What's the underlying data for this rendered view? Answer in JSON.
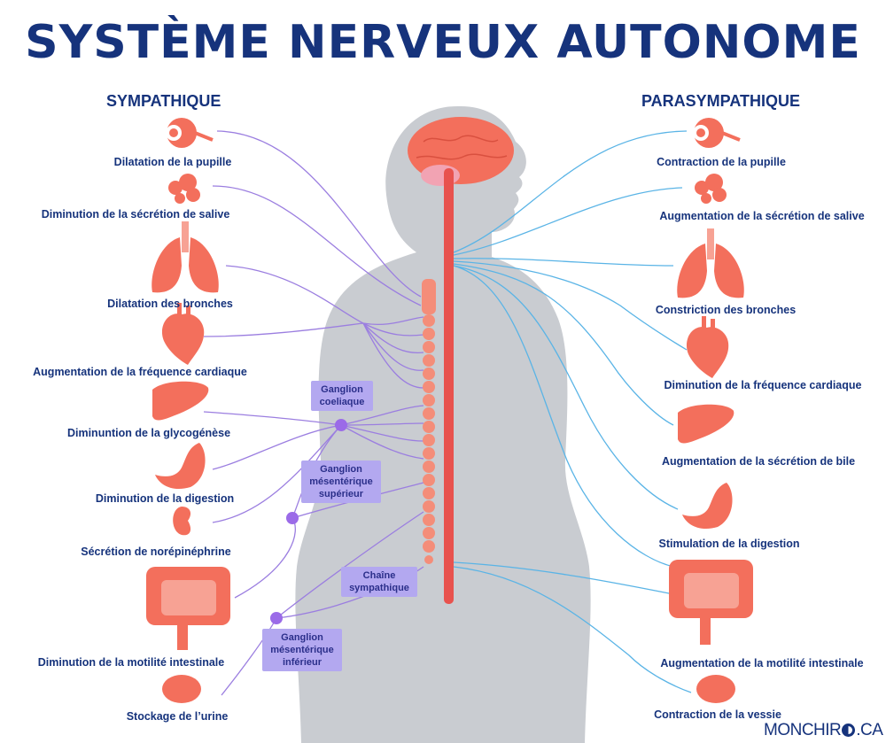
{
  "title": "SYSTÈME NERVEUX AUTONOME",
  "sympathetic": {
    "heading": "SYMPATHIQUE",
    "effects": [
      "Dilatation de la pupille",
      "Diminution de la sécrétion de salive",
      "Dilatation des bronches",
      "Augmentation de la fréquence cardiaque",
      "Diminuntion de la glycogénèse",
      "Diminution de la digestion",
      "Sécrétion de norépinéphrine",
      "Diminution de la motilité intestinale",
      "Stockage de l’urine"
    ]
  },
  "parasympathetic": {
    "heading": "PARASYMPATHIQUE",
    "effects": [
      "Contraction de la pupille",
      "Augmentation de la sécrétion de salive",
      "Constriction des bronches",
      "Diminution de la fréquence cardiaque",
      "Augmentation de la sécrétion de bile",
      "Stimulation de la digestion",
      "Augmentation de la motilité intestinale",
      "Contraction de la vessie"
    ]
  },
  "ganglia": {
    "coeliac": [
      "Ganglion",
      "coeliaque"
    ],
    "superior_mesenteric": [
      "Ganglion",
      "mésentérique",
      "supérieur"
    ],
    "sympathetic_chain": [
      "Chaîne",
      "sympathique"
    ],
    "inferior_mesenteric": [
      "Ganglion",
      "mésentérique",
      "inférieur"
    ]
  },
  "brand": {
    "left": "MONCHIR",
    "right": ".CA"
  },
  "colors": {
    "title": "#16337c",
    "sympathetic_nerve": "#9b7ee0",
    "parasympathetic_nerve": "#5ab4e6",
    "organ": "#f36f5c",
    "spine": "#e8524e",
    "ganglion_box": "#b3a8f0",
    "body_silhouette": "#c9ccd1"
  }
}
